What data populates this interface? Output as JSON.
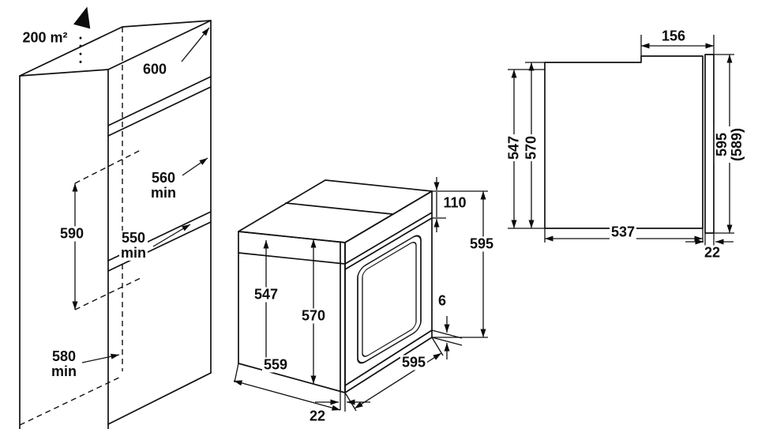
{
  "drawing": {
    "cabinet": {
      "vent_area": "200 m²",
      "top_depth": "600",
      "niche_depth_top": "560\nmin",
      "niche_height": "590",
      "niche_depth_bottom": "550\nmin",
      "base_depth": "580\nmin"
    },
    "oven": {
      "panel_height": "110",
      "total_height": "595",
      "body_height": "547",
      "front_height": "570",
      "frame_gap": "6",
      "depth": "559",
      "width": "595",
      "door_thickness": "22"
    },
    "side_view": {
      "top_recess": "156",
      "inner_height": "547",
      "body_height": "570",
      "total_height": "595 (589)",
      "body_depth": "537",
      "door_thickness": "22"
    }
  }
}
